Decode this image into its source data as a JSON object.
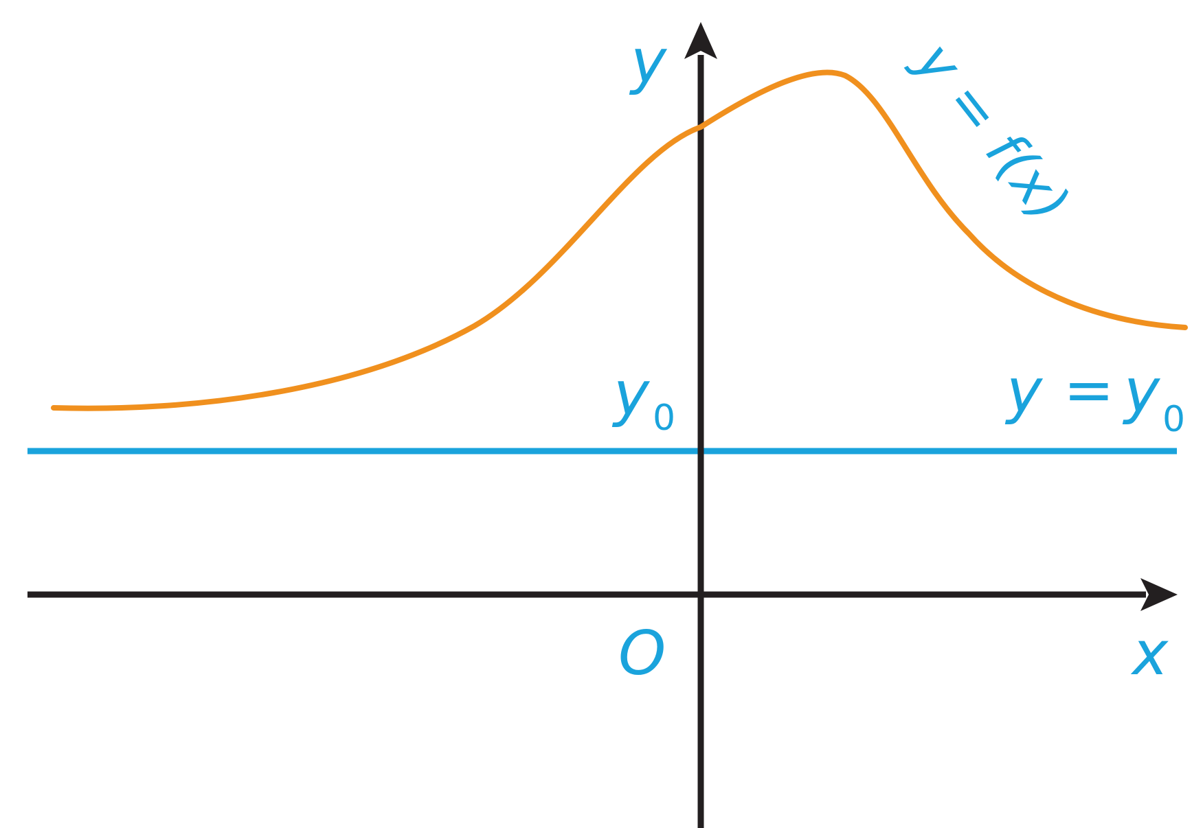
{
  "diagram": {
    "labels": {
      "y_axis": "y",
      "x_axis": "x",
      "origin": "O",
      "y0_main": "y",
      "y0_sub": "0",
      "asymptote_left": "y",
      "asymptote_eq": "=",
      "asymptote_right": "y",
      "asymptote_sub": "0",
      "curve": "y = f(x)"
    },
    "colors": {
      "axis": "#231f20",
      "curve": "#f0901e",
      "asymptote": "#1aa3dc",
      "label": "#1aa3dc"
    }
  }
}
